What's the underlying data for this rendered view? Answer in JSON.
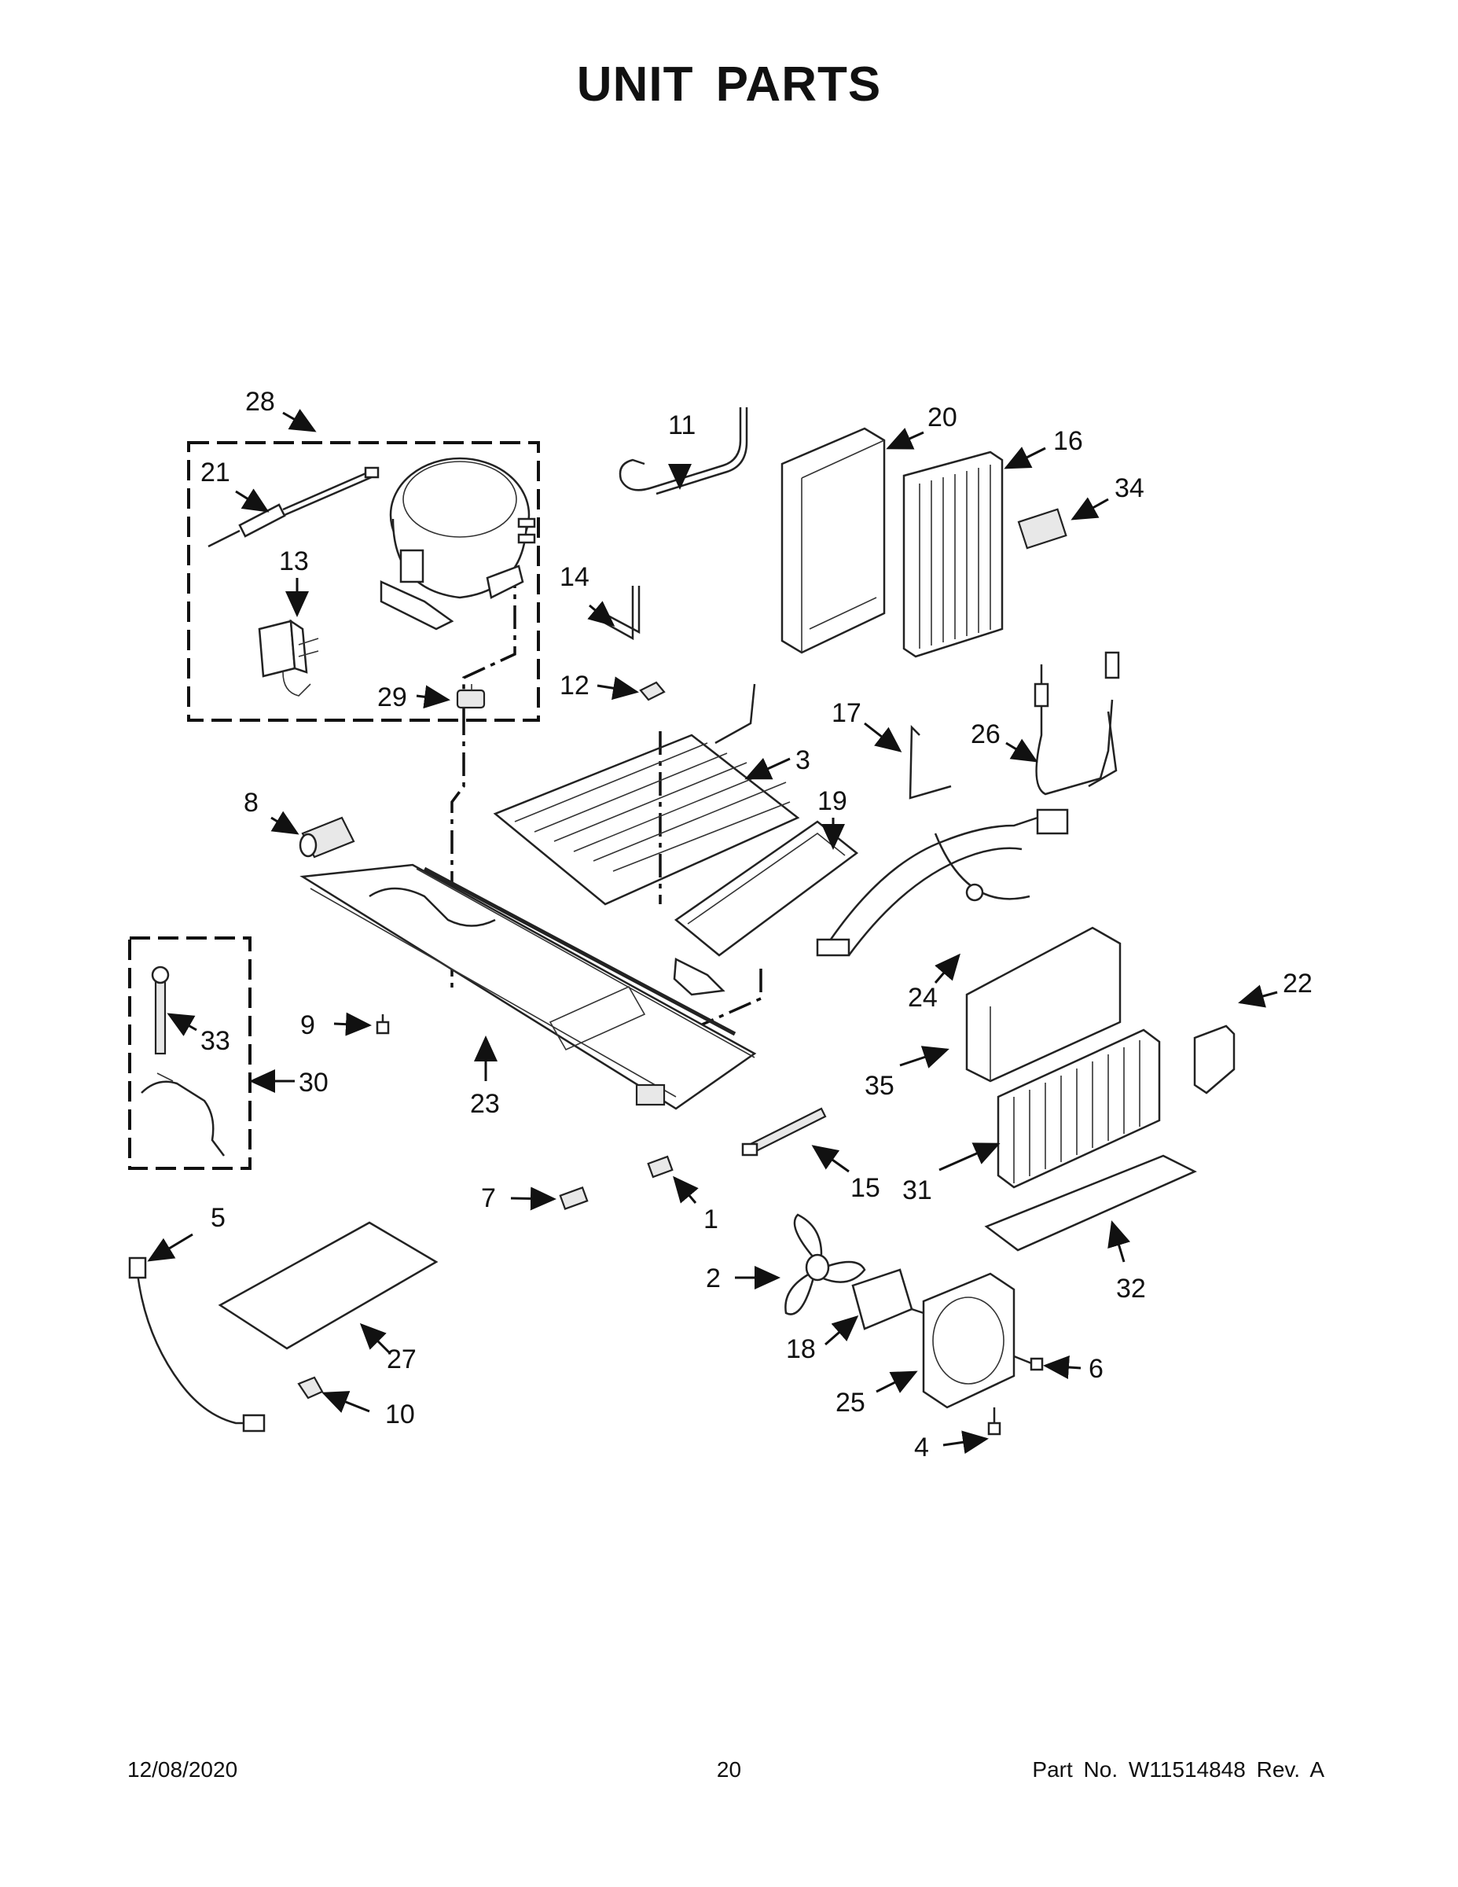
{
  "title": "UNIT  PARTS",
  "footer": {
    "date": "12/08/2020",
    "page": "20",
    "part_number": "Part No.  W11514848  Rev.  A"
  },
  "callouts": [
    "1",
    "2",
    "3",
    "4",
    "5",
    "6",
    "7",
    "8",
    "9",
    "10",
    "11",
    "12",
    "13",
    "14",
    "15",
    "16",
    "17",
    "18",
    "19",
    "20",
    "21",
    "22",
    "23",
    "24",
    "25",
    "26",
    "27",
    "28",
    "29",
    "30",
    "31",
    "32",
    "33",
    "34",
    "35"
  ]
}
